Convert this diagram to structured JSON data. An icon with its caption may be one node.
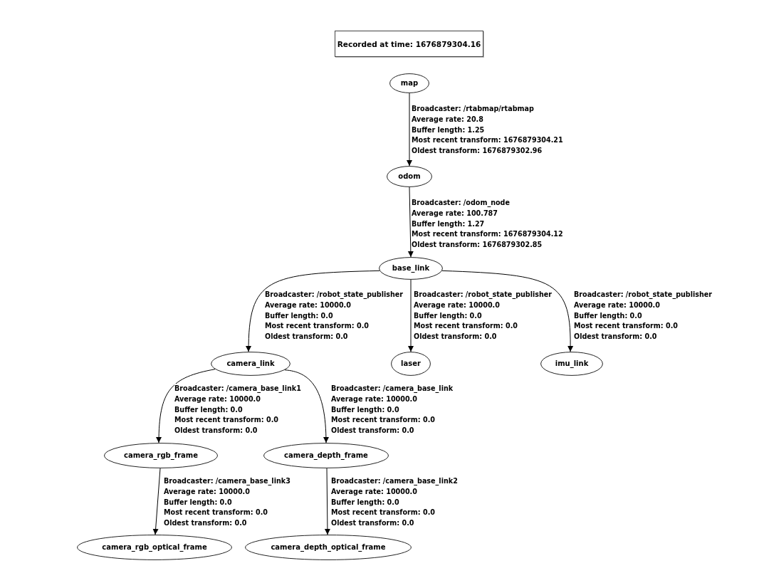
{
  "diagram": {
    "nodes": [
      {
        "text": [
          "Recorded at time: 1676879304.16"
        ]
      },
      {
        "text": [
          "map"
        ]
      },
      {
        "text": [
          "odom"
        ]
      },
      {
        "text": [
          "base_link"
        ]
      },
      {
        "text": [
          "camera_link"
        ]
      },
      {
        "text": [
          "laser"
        ]
      },
      {
        "text": [
          "imu_link"
        ]
      },
      {
        "text": [
          "camera_rgb_frame"
        ]
      },
      {
        "text": [
          "camera_depth_frame"
        ]
      },
      {
        "text": [
          "camera_rgb_optical_frame"
        ]
      },
      {
        "text": [
          "camera_depth_optical_frame"
        ]
      }
    ],
    "edges": [
      {
        "from": 1,
        "to": 2,
        "arrow": "to",
        "label": "Broadcaster: /rtabmap/rtabmap Average rate: 20.8 Buffer length: 1.25 Most recent transform: 1676879304.21 Oldest transform: 1676879302.96"
      },
      {
        "from": 2,
        "to": 3,
        "arrow": "to",
        "label": "Broadcaster: /odom_node Average rate: 100.787 Buffer length: 1.27 Most recent transform: 1676879304.12 Oldest transform: 1676879302.85"
      },
      {
        "from": 3,
        "to": 4,
        "arrow": "to",
        "label": "Broadcaster: /robot_state_publisher Average rate: 10000.0 Buffer length: 0.0 Most recent transform: 0.0 Oldest transform: 0.0"
      },
      {
        "from": 3,
        "to": 5,
        "arrow": "to",
        "label": "Broadcaster: /robot_state_publisher Average rate: 10000.0 Buffer length: 0.0 Most recent transform: 0.0 Oldest transform: 0.0"
      },
      {
        "from": 3,
        "to": 6,
        "arrow": "to",
        "label": "Broadcaster: /robot_state_publisher Average rate: 10000.0 Buffer length: 0.0 Most recent transform: 0.0 Oldest transform: 0.0"
      },
      {
        "from": 4,
        "to": 7,
        "arrow": "to",
        "label": "Broadcaster: /camera_base_link1 Average rate: 10000.0 Buffer length: 0.0 Most recent transform: 0.0 Oldest transform: 0.0"
      },
      {
        "from": 4,
        "to": 8,
        "arrow": "to",
        "label": "Broadcaster: /camera_base_link Average rate: 10000.0 Buffer length: 0.0 Most recent transform: 0.0 Oldest transform: 0.0"
      },
      {
        "from": 7,
        "to": 9,
        "arrow": "to",
        "label": "Broadcaster: /camera_base_link3 Average rate: 10000.0 Buffer length: 0.0 Most recent transform: 0.0 Oldest transform: 0.0"
      },
      {
        "from": 8,
        "to": 10,
        "arrow": "to",
        "label": "Broadcaster: /camera_base_link2 Average rate: 10000.0 Buffer length: 0.0 Most recent transform: 0.0 Oldest transform: 0.0"
      }
    ]
  }
}
